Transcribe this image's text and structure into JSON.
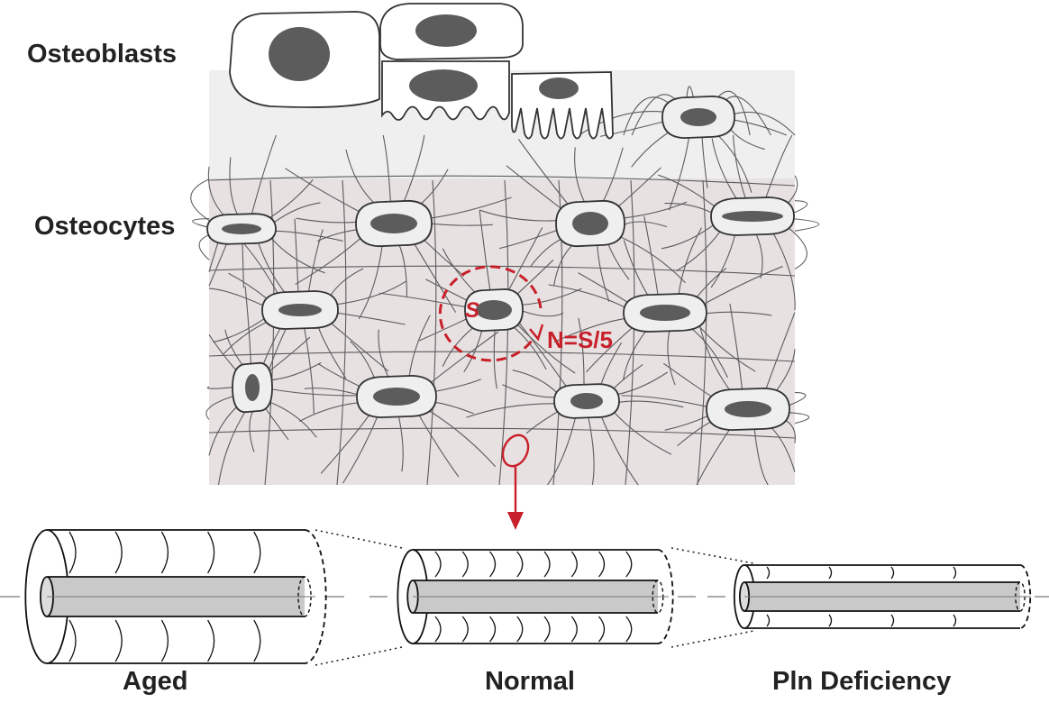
{
  "labels": {
    "osteoblasts": "Osteoblasts",
    "osteocytes": "Osteocytes",
    "surface_symbol": "S",
    "ratio": "N=S/5",
    "aged": "Aged",
    "normal": "Normal",
    "pln_deficiency": "Pln Deficiency"
  },
  "colors": {
    "nucleus": "#5c5c5c",
    "cell_fill": "#efefef",
    "matrix_upper": "#efefef",
    "matrix_lower": "#e7e1e2",
    "outline": "#333333",
    "accent_red": "#c8202a",
    "core_fill": "#c9c9c9"
  }
}
